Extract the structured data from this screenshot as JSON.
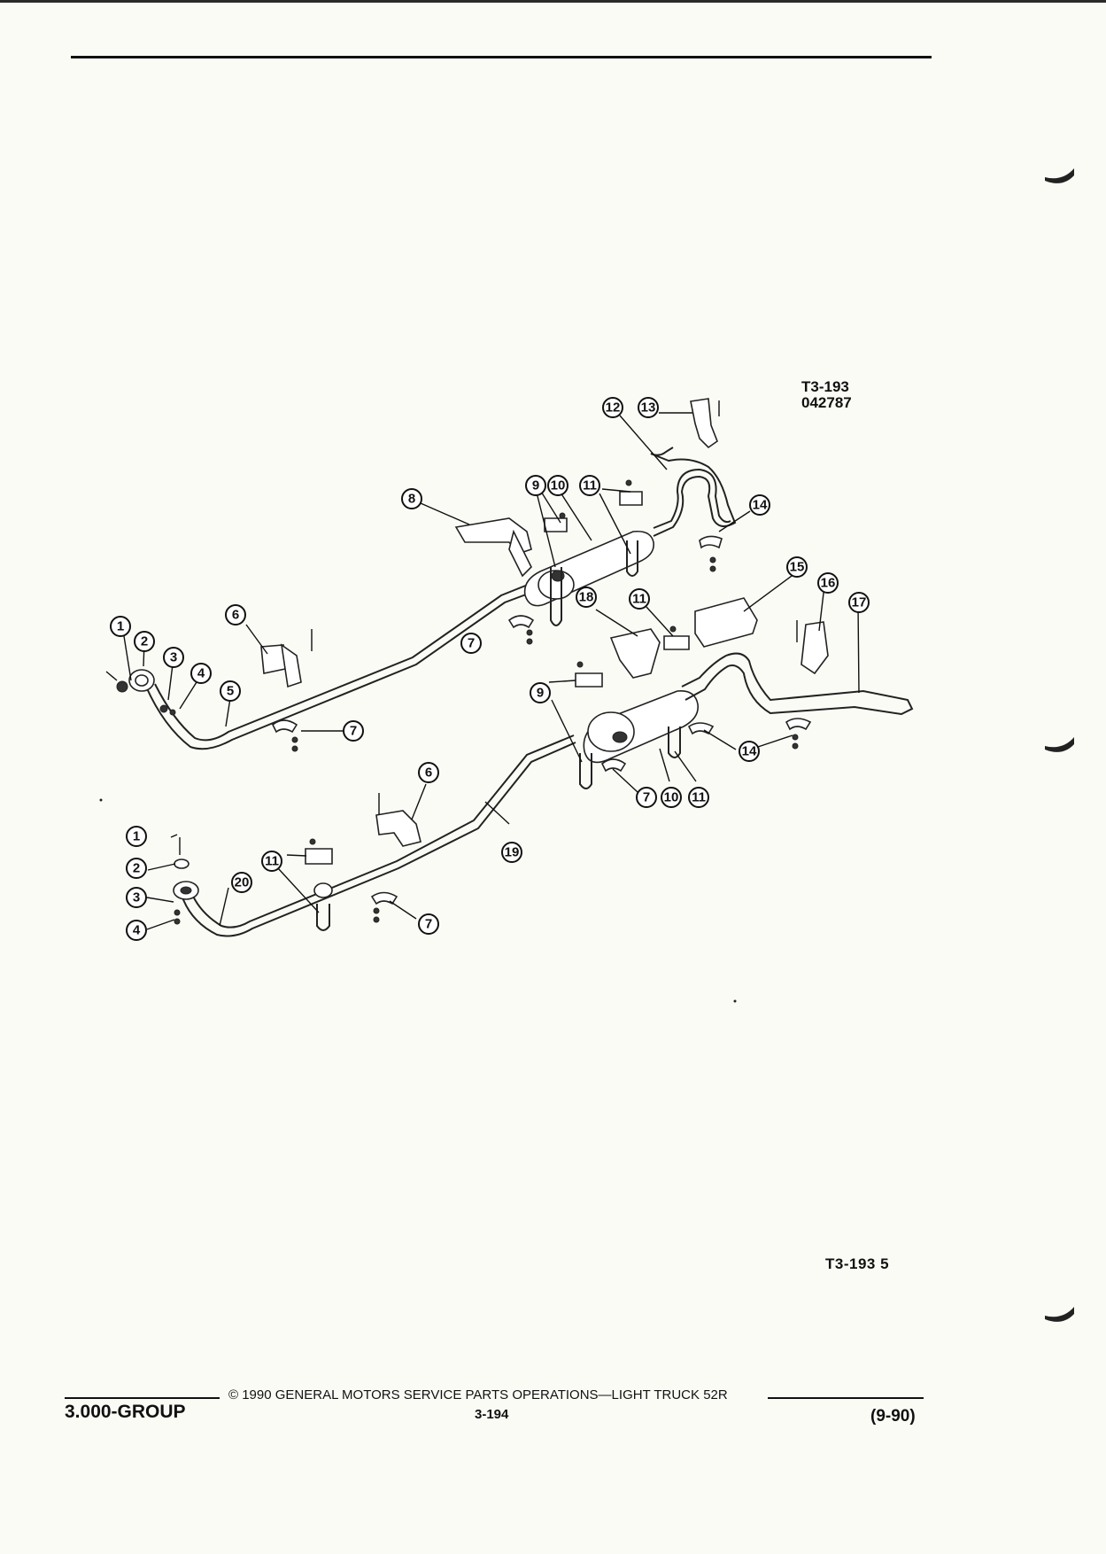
{
  "figure_codes": [
    "T3-193",
    "042787"
  ],
  "figure_reference": "T3-193  5",
  "callouts": {
    "c1a": "1",
    "c2a": "2",
    "c3a": "3",
    "c4a": "4",
    "c5": "5",
    "c6a": "6",
    "c7a": "7",
    "c7b": "7",
    "c8": "8",
    "c9a": "9",
    "c10a": "10",
    "c11a": "11",
    "c12": "12",
    "c13": "13",
    "c14a": "14",
    "c15": "15",
    "c16": "16",
    "c17": "17",
    "c18": "18",
    "c11b": "11",
    "c9b": "9",
    "c7c": "7",
    "c10b": "10",
    "c11c": "11",
    "c14b": "14",
    "c6b": "6",
    "c19": "19",
    "c1b": "1",
    "c2b": "2",
    "c3b": "3",
    "c4b": "4",
    "c20": "20",
    "c11d": "11",
    "c7d": "7"
  },
  "footer": {
    "group": "3.000-GROUP",
    "copyright": "© 1990  GENERAL MOTORS SERVICE PARTS OPERATIONS—LIGHT TRUCK 52R",
    "page_number": "3-194",
    "date": "(9-90)"
  }
}
